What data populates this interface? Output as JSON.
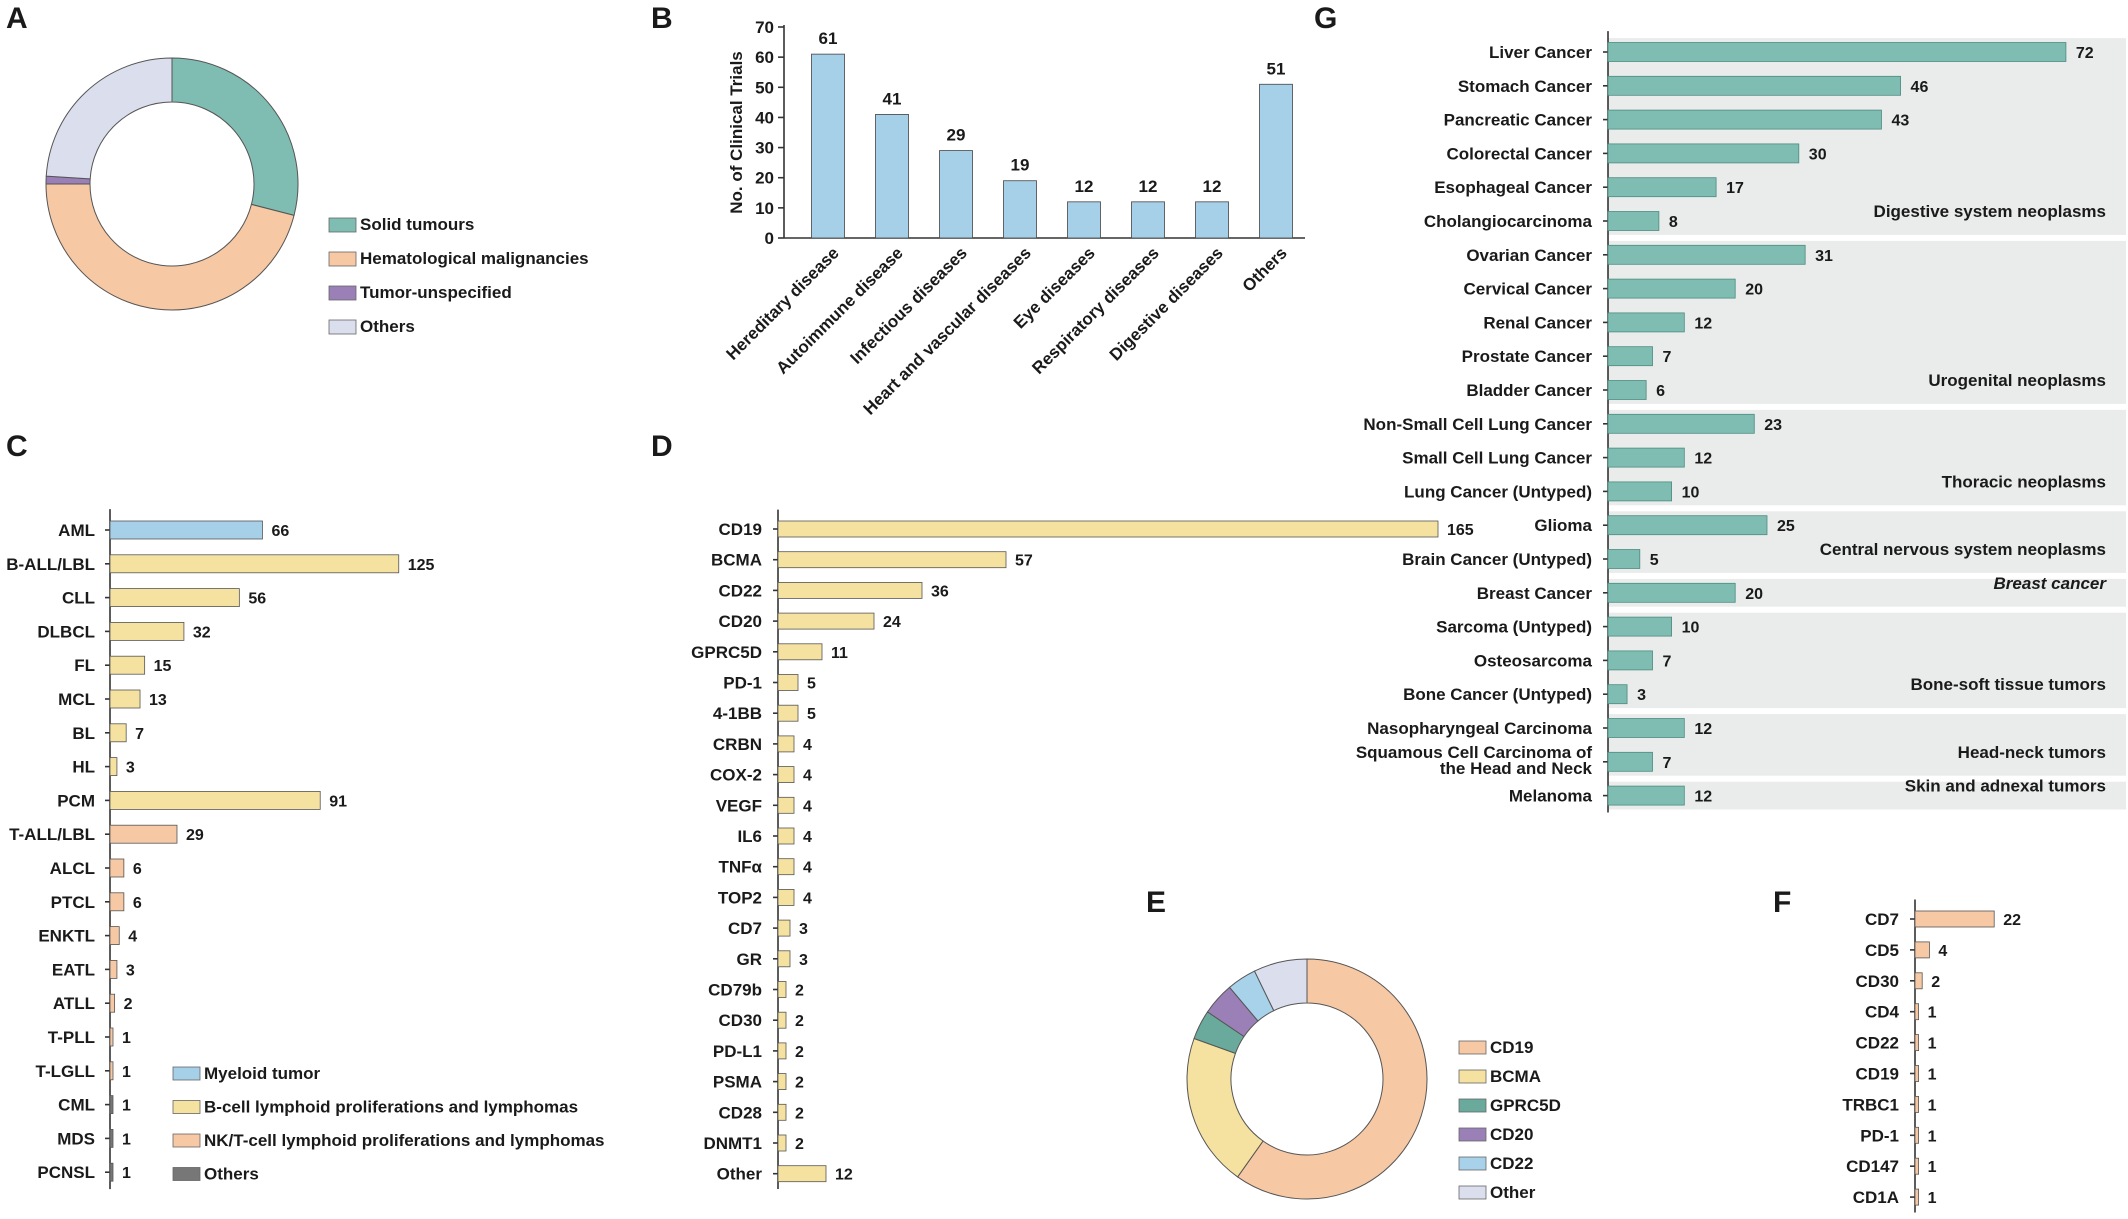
{
  "panel_labels": {
    "a": "A",
    "b": "B",
    "c": "C",
    "d": "D",
    "e": "E",
    "f": "F",
    "g": "G"
  },
  "colors": {
    "teal": "#7fbcb2",
    "peach": "#f6c8a4",
    "purple": "#9a80b6",
    "lavender": "#dadeed",
    "blue": "#a6cfe8",
    "yellow": "#f6e2a0",
    "gray": "#777777",
    "panel_bg": "#e9ecea",
    "d_green": "#6aaa9c",
    "d_blue": "#a8d1ea"
  },
  "chart_data": [
    {
      "id": "A",
      "type": "pie",
      "donut": true,
      "labels": [
        "Solid tumours",
        "Hematological malignancies",
        "Tumor-unspecified",
        "Others"
      ],
      "values": [
        29,
        46,
        1,
        24
      ],
      "colors": [
        "#7fbcb2",
        "#f6c8a4",
        "#9a80b6",
        "#dadeed"
      ],
      "legend_position": "right"
    },
    {
      "id": "B",
      "type": "bar",
      "categories": [
        "Hereditary disease",
        "Autoimmune disease",
        "Infectious diseases",
        "Heart and vascular diseases",
        "Eye diseases",
        "Respiratory diseases",
        "Digestive diseases",
        "Others"
      ],
      "values": [
        61,
        41,
        29,
        19,
        12,
        12,
        12,
        51
      ],
      "ylabel": "No. of Clinical Trials",
      "ylim": [
        0,
        70
      ],
      "yticks": [
        0,
        10,
        20,
        30,
        40,
        50,
        60,
        70
      ],
      "color": "#a6cfe8"
    },
    {
      "id": "C",
      "type": "bar",
      "orientation": "horizontal",
      "categories": [
        "AML",
        "B-ALL/LBL",
        "CLL",
        "DLBCL",
        "FL",
        "MCL",
        "BL",
        "HL",
        "PCM",
        "T-ALL/LBL",
        "ALCL",
        "PTCL",
        "ENKTL",
        "EATL",
        "ATLL",
        "T-PLL",
        "T-LGLL",
        "CML",
        "MDS",
        "PCNSL"
      ],
      "values": [
        66,
        125,
        56,
        32,
        15,
        13,
        7,
        3,
        91,
        29,
        6,
        6,
        4,
        3,
        2,
        1,
        1,
        1,
        1,
        1
      ],
      "groups": [
        "Myeloid tumor",
        "B-cell lymphoid proliferations and lymphomas",
        "B-cell lymphoid proliferations and lymphomas",
        "B-cell lymphoid proliferations and lymphomas",
        "B-cell lymphoid proliferations and lymphomas",
        "B-cell lymphoid proliferations and lymphomas",
        "B-cell lymphoid proliferations and lymphomas",
        "B-cell lymphoid proliferations and lymphomas",
        "B-cell lymphoid proliferations and lymphomas",
        "NK/T-cell lymphoid proliferations and lymphomas",
        "NK/T-cell lymphoid proliferations and lymphomas",
        "NK/T-cell lymphoid proliferations and lymphomas",
        "NK/T-cell lymphoid proliferations and lymphomas",
        "NK/T-cell lymphoid proliferations and lymphomas",
        "NK/T-cell lymphoid proliferations and lymphomas",
        "NK/T-cell lymphoid proliferations and lymphomas",
        "NK/T-cell lymphoid proliferations and lymphomas",
        "Others",
        "Others",
        "Others"
      ],
      "legend": [
        {
          "name": "Myeloid tumor",
          "color": "#a6cfe8"
        },
        {
          "name": "B-cell lymphoid proliferations and lymphomas",
          "color": "#f6e2a0"
        },
        {
          "name": "NK/T-cell lymphoid proliferations and lymphomas",
          "color": "#f6c8a4"
        },
        {
          "name": "Others",
          "color": "#777777"
        }
      ],
      "legend_position": "bottom-right"
    },
    {
      "id": "D",
      "type": "bar",
      "orientation": "horizontal",
      "categories": [
        "CD19",
        "BCMA",
        "CD22",
        "CD20",
        "GPRC5D",
        "PD-1",
        "4-1BB",
        "CRBN",
        "COX-2",
        "VEGF",
        "IL6",
        "TNFα",
        "TOP2",
        "CD7",
        "GR",
        "CD79b",
        "CD30",
        "PD-L1",
        "PSMA",
        "CD28",
        "DNMT1",
        "Other"
      ],
      "values": [
        165,
        57,
        36,
        24,
        11,
        5,
        5,
        4,
        4,
        4,
        4,
        4,
        4,
        3,
        3,
        2,
        2,
        2,
        2,
        2,
        2,
        12
      ],
      "color": "#f6e2a0"
    },
    {
      "id": "E",
      "type": "pie",
      "donut": true,
      "labels": [
        "CD19",
        "BCMA",
        "GPRC5D",
        "CD20",
        "CD22",
        "Other"
      ],
      "values": [
        57.3,
        19.8,
        3.8,
        4.2,
        3.8,
        6.9
      ],
      "colors": [
        "#f6c8a4",
        "#f6e2a0",
        "#6aaa9c",
        "#9a80b6",
        "#a8d1ea",
        "#dadeed"
      ],
      "legend_position": "right"
    },
    {
      "id": "F",
      "type": "bar",
      "orientation": "horizontal",
      "categories": [
        "CD7",
        "CD5",
        "CD30",
        "CD4",
        "CD22",
        "CD19",
        "TRBC1",
        "PD-1",
        "CD147",
        "CD1A"
      ],
      "values": [
        22,
        4,
        2,
        1,
        1,
        1,
        1,
        1,
        1,
        1
      ],
      "color": "#f6c8a4"
    },
    {
      "id": "G",
      "type": "bar",
      "orientation": "horizontal",
      "categories": [
        "Liver Cancer",
        "Stomach Cancer",
        "Pancreatic Cancer",
        "Colorectal Cancer",
        "Esophageal Cancer",
        "Cholangiocarcinoma",
        "Ovarian Cancer",
        "Cervical Cancer",
        "Renal Cancer",
        "Prostate Cancer",
        "Bladder Cancer",
        "Non-Small Cell Lung Cancer",
        "Small Cell Lung Cancer",
        "Lung Cancer (Untyped)",
        "Glioma",
        "Brain Cancer (Untyped)",
        "Breast Cancer",
        "Sarcoma (Untyped)",
        "Osteosarcoma",
        "Bone Cancer (Untyped)",
        "Nasopharyngeal Carcinoma",
        "Squamous Cell Carcinoma of the Head and Neck",
        "Melanoma"
      ],
      "category_lines": [
        [
          "Liver Cancer"
        ],
        [
          "Stomach Cancer"
        ],
        [
          "Pancreatic Cancer"
        ],
        [
          "Colorectal Cancer"
        ],
        [
          "Esophageal Cancer"
        ],
        [
          "Cholangiocarcinoma"
        ],
        [
          "Ovarian Cancer"
        ],
        [
          "Cervical Cancer"
        ],
        [
          "Renal Cancer"
        ],
        [
          "Prostate Cancer"
        ],
        [
          "Bladder Cancer"
        ],
        [
          "Non-Small Cell Lung Cancer"
        ],
        [
          "Small Cell Lung Cancer"
        ],
        [
          "Lung Cancer (Untyped)"
        ],
        [
          "Glioma"
        ],
        [
          "Brain Cancer (Untyped)"
        ],
        [
          "Breast Cancer"
        ],
        [
          "Sarcoma (Untyped)"
        ],
        [
          "Osteosarcoma"
        ],
        [
          "Bone Cancer (Untyped)"
        ],
        [
          "Nasopharyngeal Carcinoma"
        ],
        [
          "Squamous Cell Carcinoma of",
          "the Head and Neck"
        ],
        [
          "Melanoma"
        ]
      ],
      "values": [
        72,
        46,
        43,
        30,
        17,
        8,
        31,
        20,
        12,
        7,
        6,
        23,
        12,
        10,
        25,
        5,
        20,
        10,
        7,
        3,
        12,
        7,
        12
      ],
      "color": "#7fbcb2",
      "groups": [
        {
          "name": "Digestive system neoplasms",
          "start": 0,
          "end": 5,
          "italic": false
        },
        {
          "name": "Urogenital neoplasms",
          "start": 6,
          "end": 10,
          "italic": false
        },
        {
          "name": "Thoracic neoplasms",
          "start": 11,
          "end": 13,
          "italic": false
        },
        {
          "name": "Central nervous system neoplasms",
          "start": 14,
          "end": 15,
          "italic": false
        },
        {
          "name": "Breast cancer",
          "start": 16,
          "end": 16,
          "italic": true
        },
        {
          "name": "Bone-soft tissue tumors",
          "start": 17,
          "end": 19,
          "italic": false
        },
        {
          "name": "Head-neck tumors",
          "start": 20,
          "end": 21,
          "italic": false
        },
        {
          "name": "Skin and adnexal tumors",
          "start": 22,
          "end": 22,
          "italic": false
        }
      ]
    }
  ]
}
